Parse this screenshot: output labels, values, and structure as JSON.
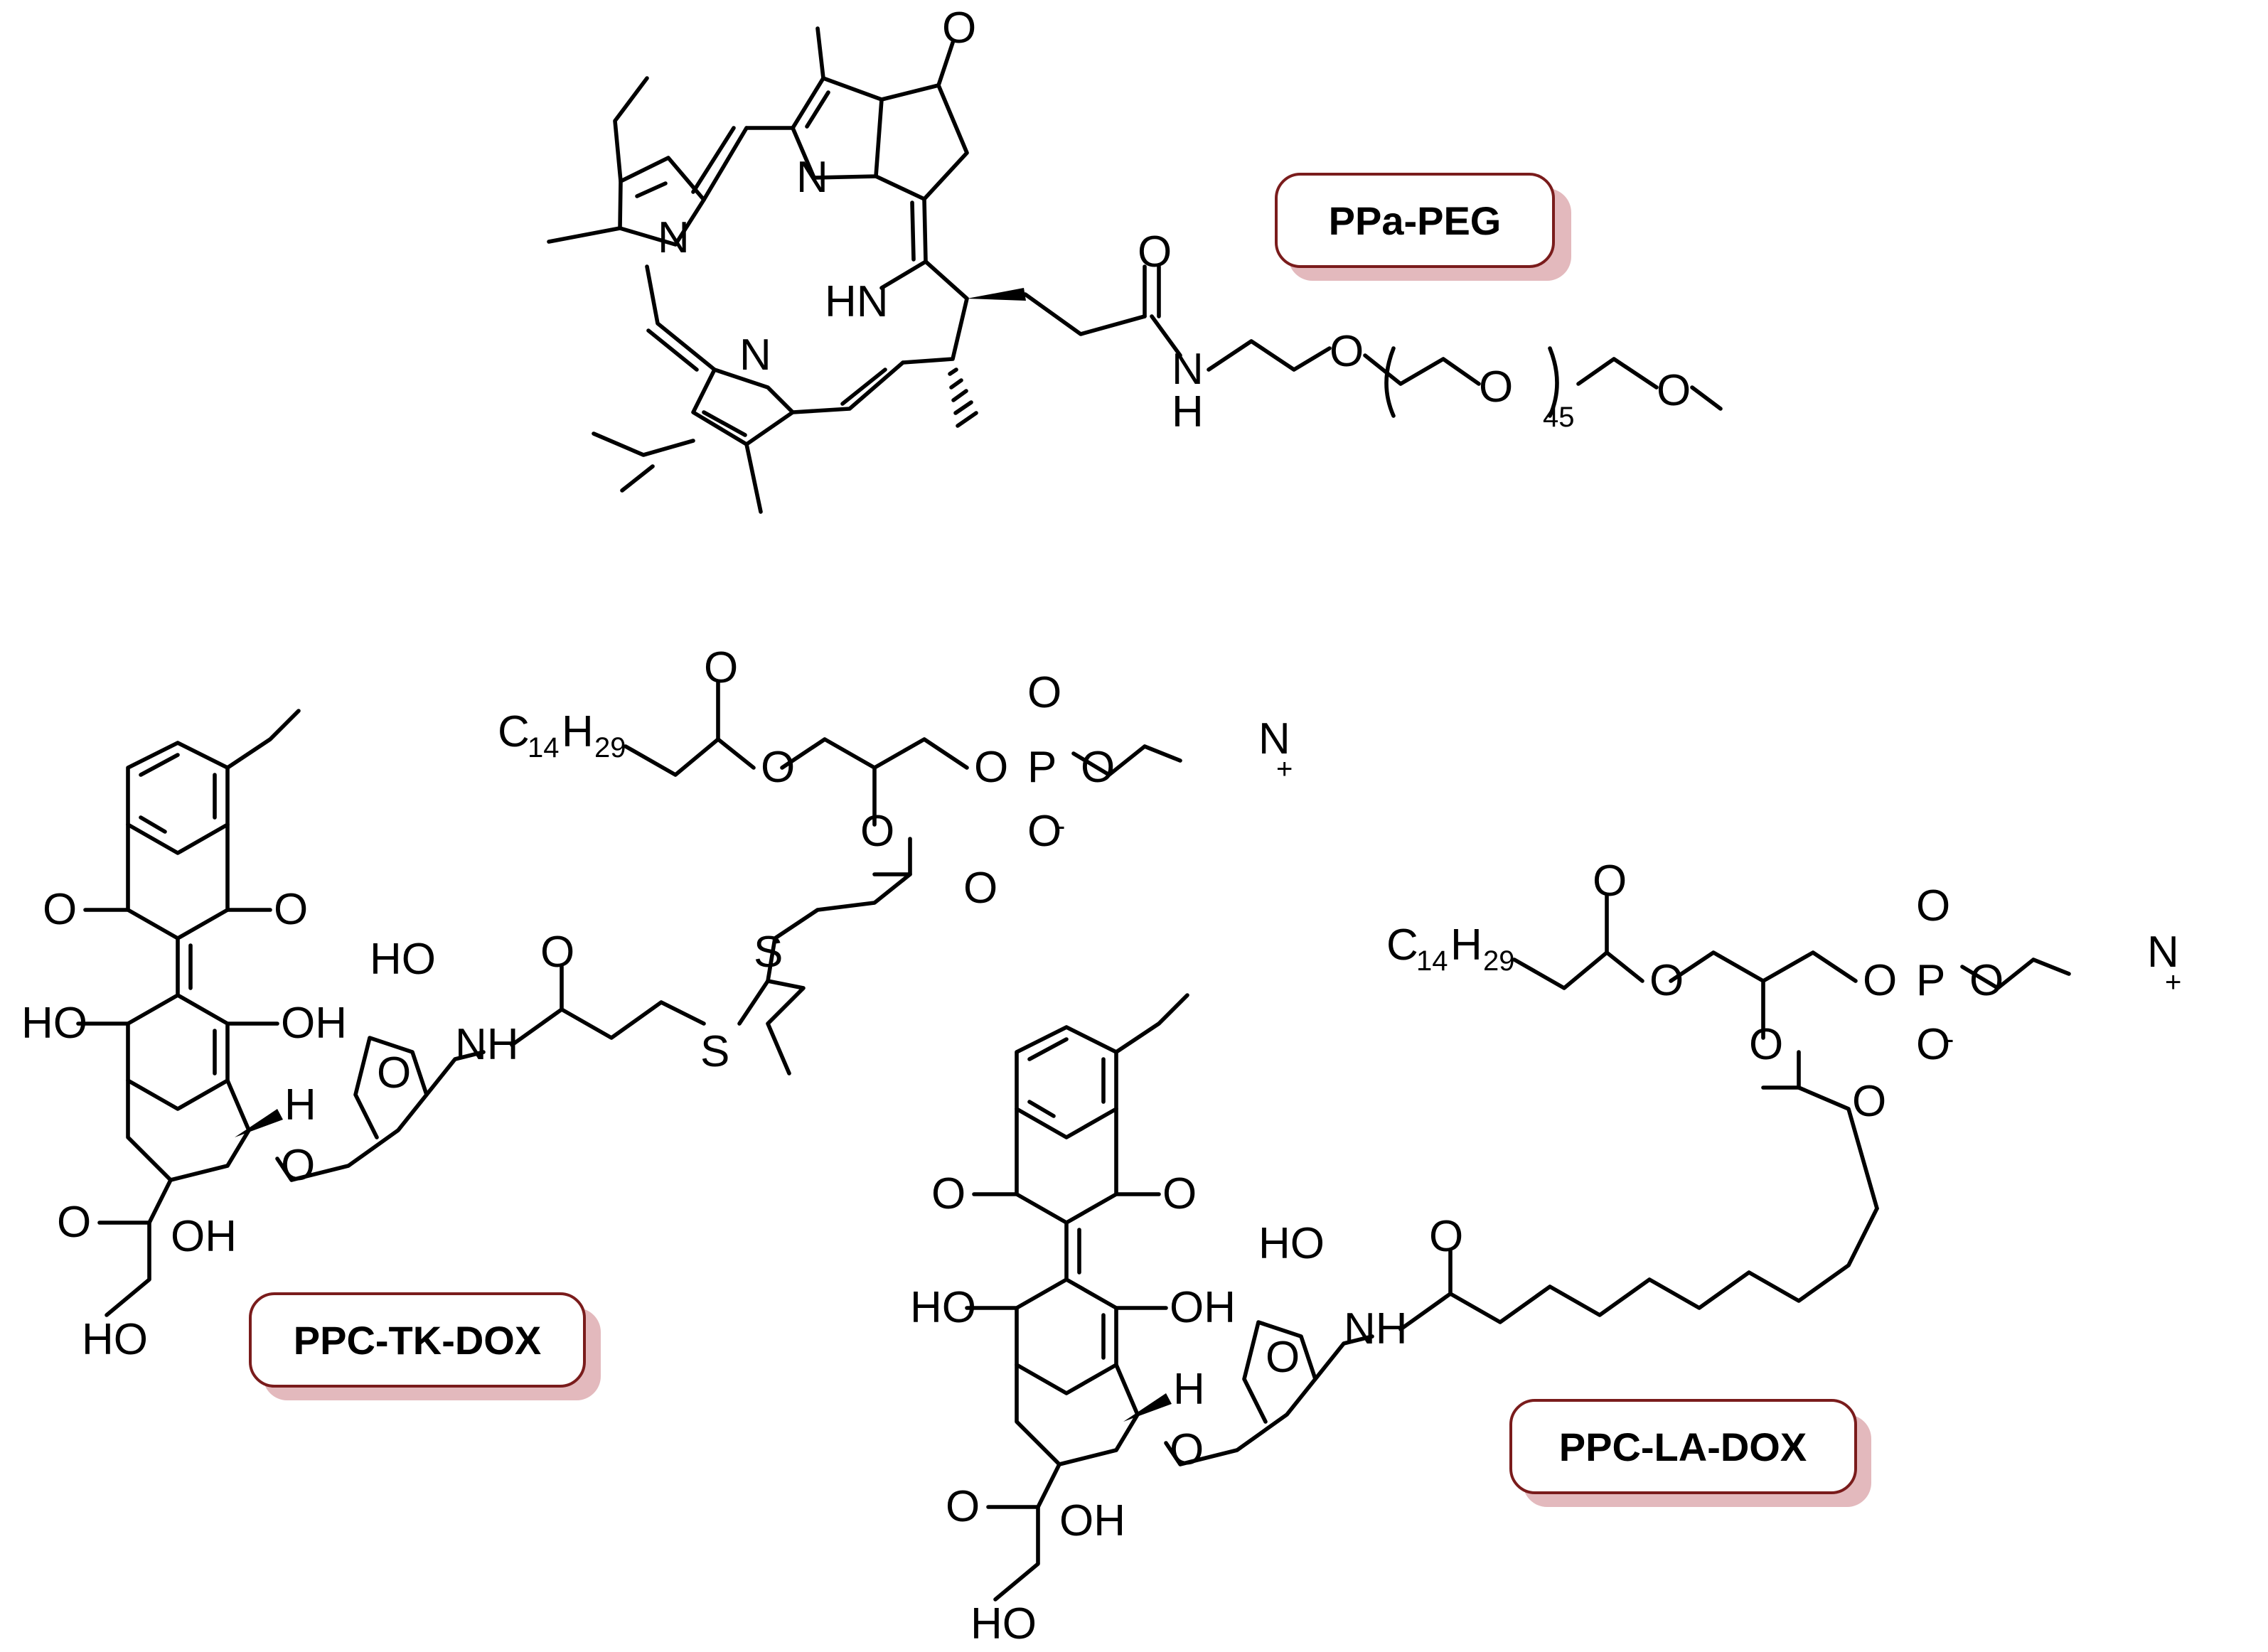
{
  "compounds": {
    "ppa_peg": {
      "name": "PPa-PEG",
      "atoms": {
        "n1": "N",
        "n2": "N",
        "n3": "N",
        "hn": "HN",
        "o_ketone": "O",
        "o_amide": "O",
        "nh_n": "N",
        "nh_h": "H",
        "o_peg1": "O",
        "o_peg2": "O",
        "peg_n": "45",
        "o_methoxy": "O"
      }
    },
    "ppc_tk_dox": {
      "name": "PPC-TK-DOX",
      "atoms": {
        "c14": "C",
        "c14_sub": "14",
        "c14_h": "H",
        "c14_h_sub": "29",
        "o_carbonyl1": "O",
        "o_ester1": "O",
        "o_ester2": "O",
        "o_carbonyl2": "O",
        "o_phos1": "O",
        "p": "P",
        "o_phos_up": "O",
        "o_phos_minus": "O",
        "minus": "-",
        "o_phos2": "O",
        "n_plus": "N",
        "plus": "+",
        "s1": "S",
        "s2": "S",
        "nh": "NH",
        "o_amide": "O",
        "o_q1": "O",
        "o_q2": "O",
        "ho_1": "HO",
        "oh_1": "OH",
        "ho_sugar": "HO",
        "o_ring": "O",
        "o_glyc": "O",
        "h_stereo": "H",
        "o_keto": "O",
        "oh_tert": "OH",
        "ho_end": "HO"
      }
    },
    "ppc_la_dox": {
      "name": "PPC-LA-DOX",
      "atoms": {
        "c14": "C",
        "c14_sub": "14",
        "c14_h": "H",
        "c14_h_sub": "29",
        "o_carbonyl1": "O",
        "o_ester1": "O",
        "o_ester2": "O",
        "o_carbonyl2": "O",
        "o_phos1": "O",
        "p": "P",
        "o_phos_up": "O",
        "o_phos_minus": "O",
        "minus": "-",
        "o_phos2": "O",
        "n_plus": "N",
        "plus": "+",
        "nh": "NH",
        "o_amide": "O",
        "o_q1": "O",
        "o_q2": "O",
        "ho_1": "HO",
        "oh_1": "OH",
        "ho_sugar": "HO",
        "o_ring": "O",
        "o_glyc": "O",
        "h_stereo": "H",
        "o_keto": "O",
        "oh_tert": "OH",
        "ho_end": "HO"
      }
    }
  },
  "colors": {
    "badge_border": "#7a1c1c",
    "badge_shadow": "#e3b9bd",
    "ink": "#000000"
  }
}
